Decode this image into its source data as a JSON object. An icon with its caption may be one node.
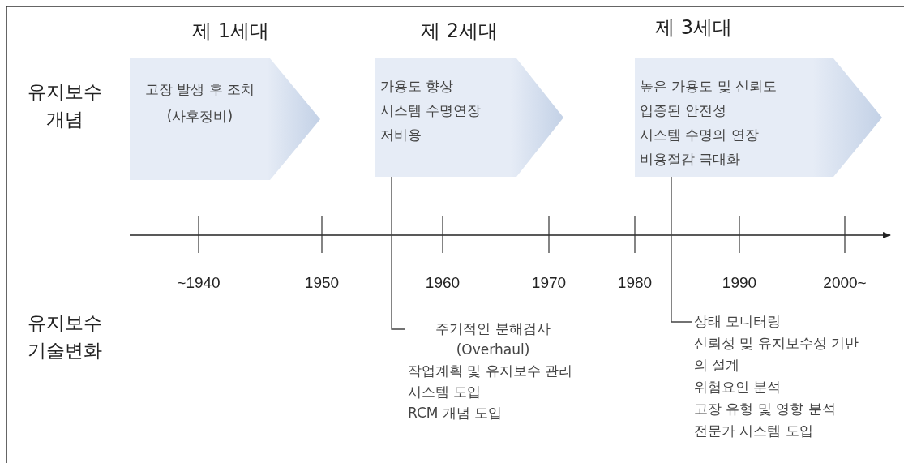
{
  "diagram": {
    "nodes": [
      {
        "text": [
          "제 1세대",
          "고장 발생 후 조치 (사후정비)"
        ]
      },
      {
        "text": [
          "제 2세대",
          "가용도 향상",
          "시스템 수명연장",
          "저비용"
        ]
      },
      {
        "text": [
          "제 3세대",
          "높은 가용도 및 신뢰도",
          "입증된 안전성",
          "시스템 수명의 연장",
          "비용절감 극대화"
        ]
      },
      {
        "text": [
          "주기적인 분해검사 (Overhaul)",
          "작업계획 및 유지보수 관리시스템 도입",
          "RCM 개념 도입"
        ]
      },
      {
        "text": [
          "상태 모니터링",
          "신뢰성 및 유지보수성 기반의 설계",
          "위험요인 분석",
          "고장 유형 및 영향 분석",
          "전문가 시스템 도입"
        ]
      }
    ],
    "edges": [
      {
        "from": 1,
        "to": 3,
        "arrow": "none"
      },
      {
        "from": 2,
        "to": 4,
        "arrow": "none"
      }
    ],
    "labels": [
      "유지보수 개념",
      "유지보수 기술변화",
      "~1940",
      "1950",
      "1960",
      "1970",
      "1980",
      "1990",
      "2000~"
    ]
  }
}
